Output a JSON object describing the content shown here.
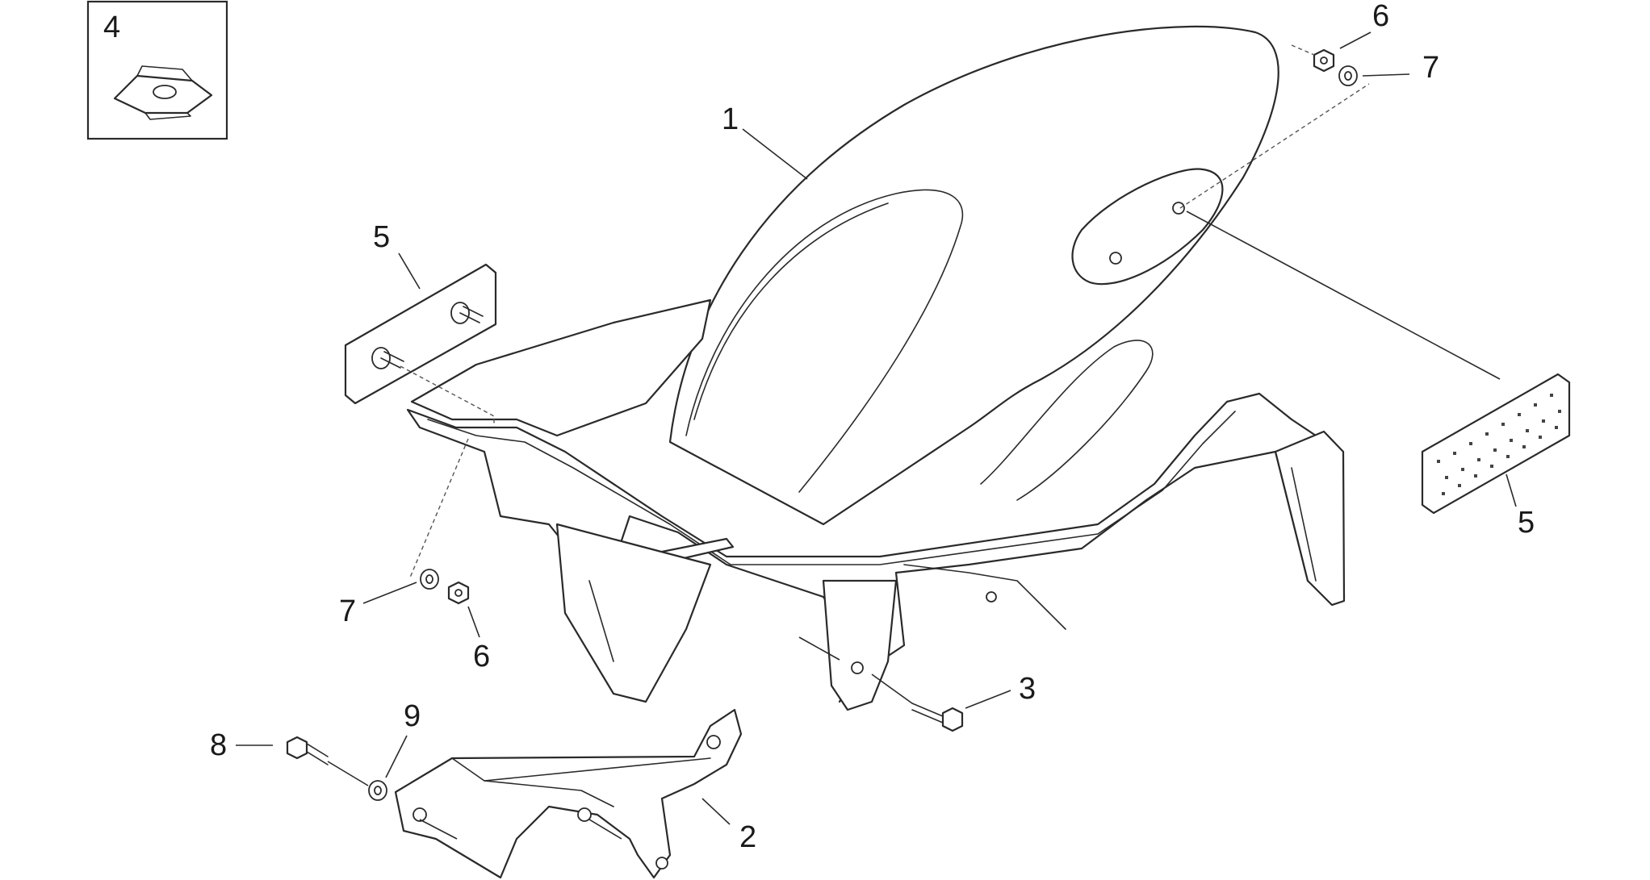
{
  "callouts": {
    "rear_mudguard": "1",
    "bracket": "2",
    "screw_front": "3",
    "clip_nut": "4",
    "reflector_left": "5",
    "reflector_right": "5",
    "nut_top": "6",
    "nut_lower": "6",
    "washer_top": "7",
    "washer_lower": "7",
    "screw_bracket": "8",
    "washer_bracket": "9"
  }
}
